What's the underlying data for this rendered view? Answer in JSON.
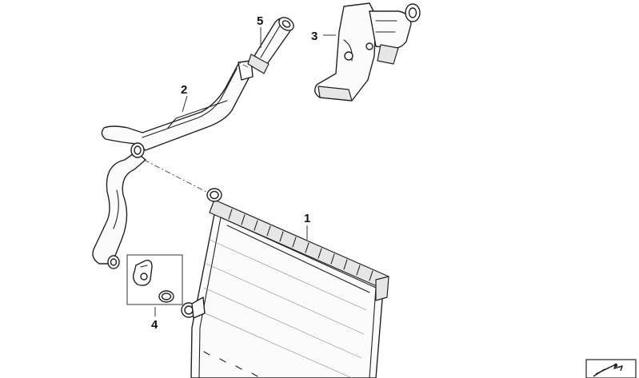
{
  "callouts": {
    "part1": "1",
    "part2": "2",
    "part3": "3",
    "part4": "4",
    "part5": "5"
  },
  "icons": {
    "catalog_corner": "catalog-corner-icon"
  },
  "colors": {
    "line": "#222222",
    "background": "#ffffff",
    "shade": "#e6e6e6"
  }
}
